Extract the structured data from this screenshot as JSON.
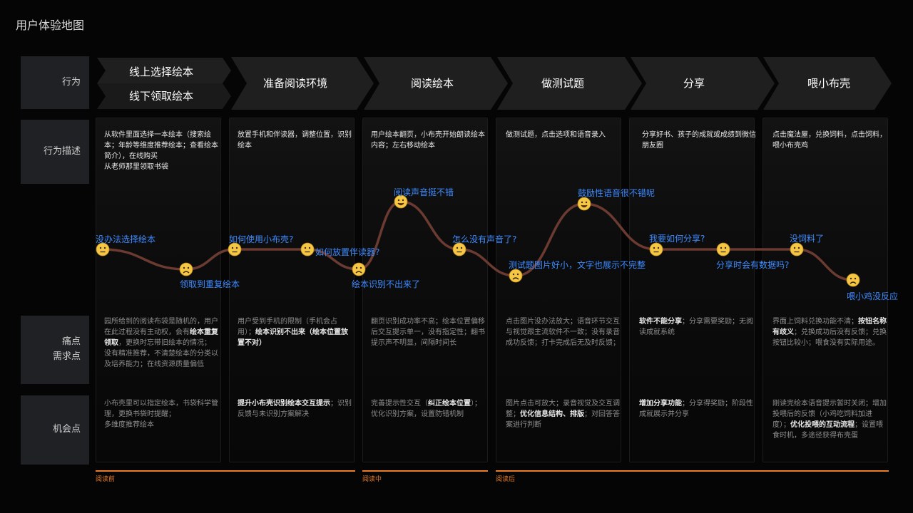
{
  "title": "用户体验地图",
  "row_labels": {
    "behavior": "行为",
    "description": "行为描述",
    "pain_line1": "痛点",
    "pain_line2": "需求点",
    "opportunity": "机会点"
  },
  "stages": {
    "s1a": "线上选择绘本",
    "s1b": "线下领取绘本",
    "s2": "准备阅读环境",
    "s3": "阅读绘本",
    "s4": "做测试题",
    "s5": "分享",
    "s6": "喂小布壳"
  },
  "descriptions": [
    "从软件里面选择一本绘本（搜索绘本；年龄等维度推荐绘本；查看绘本简介），在线购买\n从老师那里领取书袋",
    "放置手机和伴读器，调整位置，识别绘本",
    "用户绘本翻页，小布壳开始朗读绘本内容；左右移动绘本",
    "做测试题，点击选项和语音录入",
    "分享好书、孩子的成就或成绩到微信朋友圈",
    "点击魔法屋，兑换饲料，点击饲料，喂小布壳鸡"
  ],
  "pains": [
    [
      {
        "t": "园所给到的阅读布袋是随机的，用户在此过程没有主动权，会有",
        "b": false
      },
      {
        "t": "绘本重复领取",
        "b": true
      },
      {
        "t": "，更换时忘带旧绘本的情况；\n没有精准推荐，不清楚绘本的分类以及培养能力；在线资源质量偏低",
        "b": false
      }
    ],
    [
      {
        "t": "用户受到手机的限制（手机会占用）；",
        "b": false
      },
      {
        "t": "绘本识别不出来（绘本位置放置不对）",
        "b": true
      }
    ],
    [
      {
        "t": "翻页识别成功率不高；绘本位置偏移后交互提示单一，没有指定性；翻书提示声不明显，间隔时间长",
        "b": false
      }
    ],
    [
      {
        "t": "点击图片没办法放大；语音环节交互与视觉跟主流软件不一致；没有录音成功反馈；打卡完成后无及时反馈；",
        "b": false
      }
    ],
    [
      {
        "t": "软件不能分享",
        "b": true
      },
      {
        "t": "；分享需要奖励；无阅读成就系统",
        "b": false
      }
    ],
    [
      {
        "t": "界面上饲料兑换功能不清；",
        "b": false
      },
      {
        "t": "按钮名称有歧义",
        "b": true
      },
      {
        "t": "；兑换成功后没有反馈；兑换按钮比较小；喂食没有实际用途。",
        "b": false
      }
    ]
  ],
  "opportunities": [
    [
      {
        "t": "小布壳里可以指定绘本，书袋科学管理，更换书袋时提醒；\n多维度推荐绘本",
        "b": false
      }
    ],
    [
      {
        "t": "提升小布壳识别绘本交互提示",
        "b": true
      },
      {
        "t": "；识别反馈与未识别方案解决",
        "b": false
      }
    ],
    [
      {
        "t": "完善提示性交互（",
        "b": false
      },
      {
        "t": "纠正绘本位置",
        "b": true
      },
      {
        "t": "）；优化识别方案，设置防错机制",
        "b": false
      }
    ],
    [
      {
        "t": "图片点击可放大；录音视觉及交互调整；",
        "b": false
      },
      {
        "t": "优化信息结构、排版",
        "b": true
      },
      {
        "t": "；对回答答案进行判断",
        "b": false
      }
    ],
    [
      {
        "t": "增加分享功能",
        "b": true
      },
      {
        "t": "；分享得奖励；阶段性成就展示并分享",
        "b": false
      }
    ],
    [
      {
        "t": "刚读完绘本语音提示暂时关闭；增加投喂后的反馈（小鸡吃饲料加进度）；",
        "b": false
      },
      {
        "t": "优化投喂的互动流程",
        "b": true
      },
      {
        "t": "；设置喂食时机，多途径获得布壳蛋",
        "b": false
      }
    ]
  ],
  "emotion_points": [
    {
      "mood": "neutral",
      "label": "没办法选择绘本"
    },
    {
      "mood": "sad",
      "label": "领取到重复绘本"
    },
    {
      "mood": "neutral",
      "label": "如何使用小布壳?"
    },
    {
      "mood": "neutral",
      "label": "如何放置伴读器?"
    },
    {
      "mood": "sad",
      "label": "绘本识别不出来了"
    },
    {
      "mood": "happy",
      "label": "阅读声音挺不错"
    },
    {
      "mood": "neutral",
      "label": "怎么没有声音了?"
    },
    {
      "mood": "sad",
      "label": "测试题图片好小，文字也展示不完整"
    },
    {
      "mood": "happy",
      "label": "鼓励性语音很不错呢"
    },
    {
      "mood": "neutral",
      "label": "我要如何分享?"
    },
    {
      "mood": "neutral",
      "label": "分享时会有数据吗?"
    },
    {
      "mood": "neutral",
      "label": "没饲料了"
    },
    {
      "mood": "sad",
      "label": "喂小鸡没反应"
    }
  ],
  "phases": [
    "阅读前",
    "阅读中",
    "阅读后"
  ],
  "colors": {
    "curve": "#6b3a30",
    "label": "#3d8bff",
    "phase": "#e97d28",
    "face": "#f6c744",
    "arrow": "#1f1f1f"
  }
}
